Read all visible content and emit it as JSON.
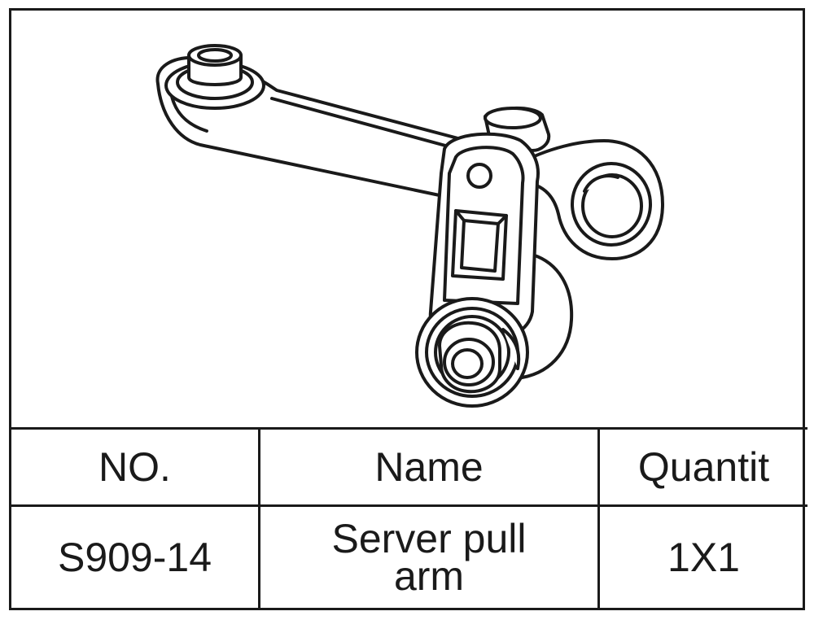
{
  "table": {
    "headers": {
      "no": "NO.",
      "name": "Name",
      "quantity": "Quantit"
    },
    "rows": [
      {
        "no": "S909-14",
        "name": "Server pull arm",
        "quantity": "1X1"
      }
    ]
  },
  "drawing": {
    "subject": "server-pull-arm-illustration",
    "line_color": "#1a1a1a",
    "fill_color": "#ffffff"
  }
}
